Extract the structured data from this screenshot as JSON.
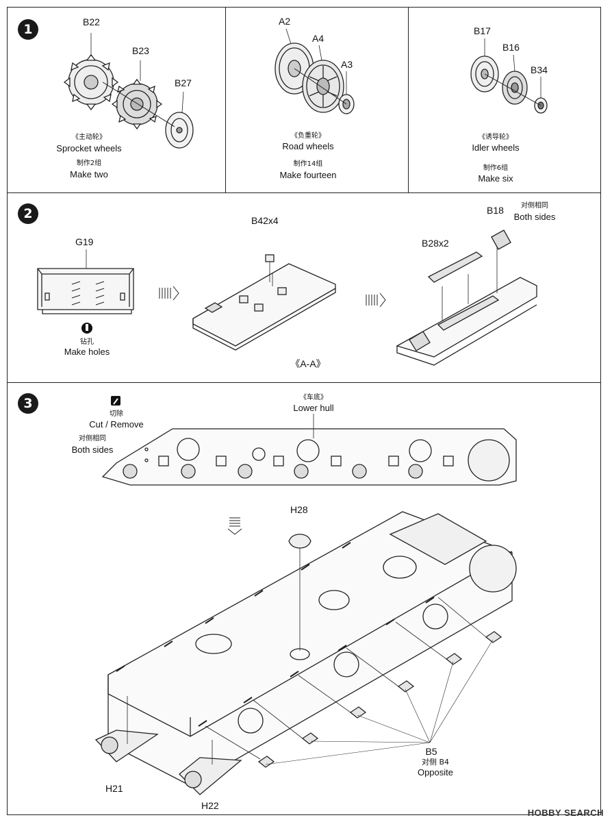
{
  "step1": {
    "number": "1",
    "panels": [
      {
        "parts": [
          "B22",
          "B23",
          "B27"
        ],
        "cn_title": "《主动轮》",
        "title": "Sprocket wheels",
        "cn_qty": "制作2组",
        "qty": "Make two"
      },
      {
        "parts": [
          "A2",
          "A4",
          "A3"
        ],
        "cn_title": "《负重轮》",
        "title": "Road wheels",
        "cn_qty": "制作14组",
        "qty": "Make fourteen"
      },
      {
        "parts": [
          "B17",
          "B16",
          "B34"
        ],
        "cn_title": "《诱导轮》",
        "title": "Idler wheels",
        "cn_qty": "制作6组",
        "qty": "Make six"
      }
    ]
  },
  "step2": {
    "number": "2",
    "g19": "G19",
    "holes_cn": "钻孔",
    "holes": "Make holes",
    "b42": "B42x4",
    "b18": "B18",
    "both_cn": "对侧相同",
    "both": "Both sides",
    "b28": "B28x2",
    "section": "《A-A》"
  },
  "step3": {
    "number": "3",
    "cut_cn": "切除",
    "cut": "Cut / Remove",
    "both_cn": "对侧相同",
    "both": "Both sides",
    "hull_cn": "《车底》",
    "hull": "Lower hull",
    "h28": "H28",
    "b5": "B5",
    "opp_cn": "对侧 B4",
    "opp": "Opposite",
    "h21": "H21",
    "h22": "H22"
  },
  "watermark": "HOBBY SEARCH"
}
